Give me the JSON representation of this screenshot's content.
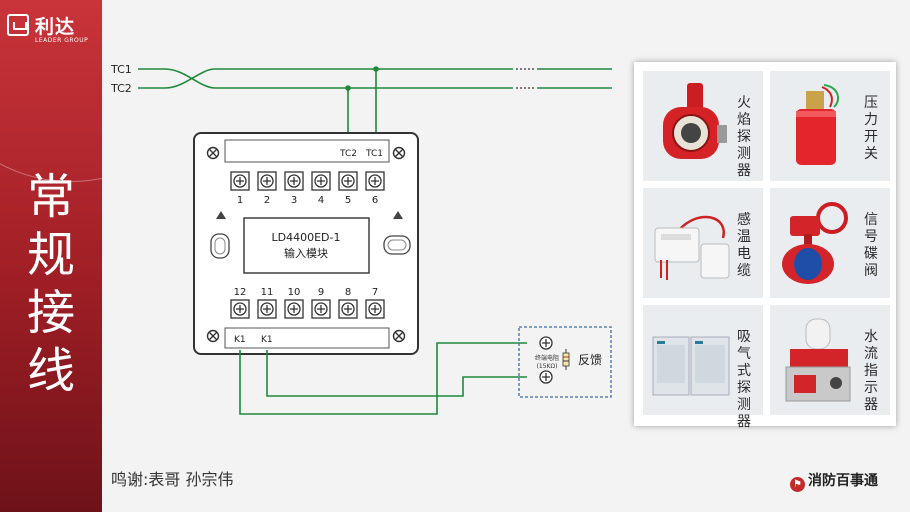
{
  "brand_logo": {
    "name": "利达",
    "subtitle": "LEADER GROUP"
  },
  "title_chars": [
    "常",
    "规",
    "接",
    "线"
  ],
  "credit": "鸣谢:表哥  孙宗伟",
  "brand_footer": "消防百事通",
  "bus_labels": {
    "tc1": "TC1",
    "tc2": "TC2"
  },
  "module": {
    "model": "LD4400ED-1",
    "name": "输入模块",
    "top_strip": [
      "TC2",
      "TC1"
    ],
    "top_terminals": [
      "1",
      "2",
      "3",
      "4",
      "5",
      "6"
    ],
    "bottom_terminals": [
      "12",
      "11",
      "10",
      "9",
      "8",
      "7"
    ],
    "bottom_strip": [
      "K1",
      "K1"
    ]
  },
  "resistor": {
    "line1": "终端电阻",
    "line2": "(15KΩ)"
  },
  "feedback_label": "反馈",
  "devices": [
    {
      "label": "火焰探测器",
      "icon": "flame-detector-icon"
    },
    {
      "label": "压力开关",
      "icon": "pressure-switch-icon"
    },
    {
      "label": "感温电缆",
      "icon": "heat-cable-icon"
    },
    {
      "label": "信号碟阀",
      "icon": "butterfly-valve-icon"
    },
    {
      "label": "吸气式探测器",
      "icon": "aspirating-detector-icon"
    },
    {
      "label": "水流指示器",
      "icon": "water-flow-indicator-icon"
    }
  ],
  "colors": {
    "accent_red": "#b8232b",
    "wire_green": "#1f8a3c",
    "dashed_box": "#3a6ea8"
  }
}
